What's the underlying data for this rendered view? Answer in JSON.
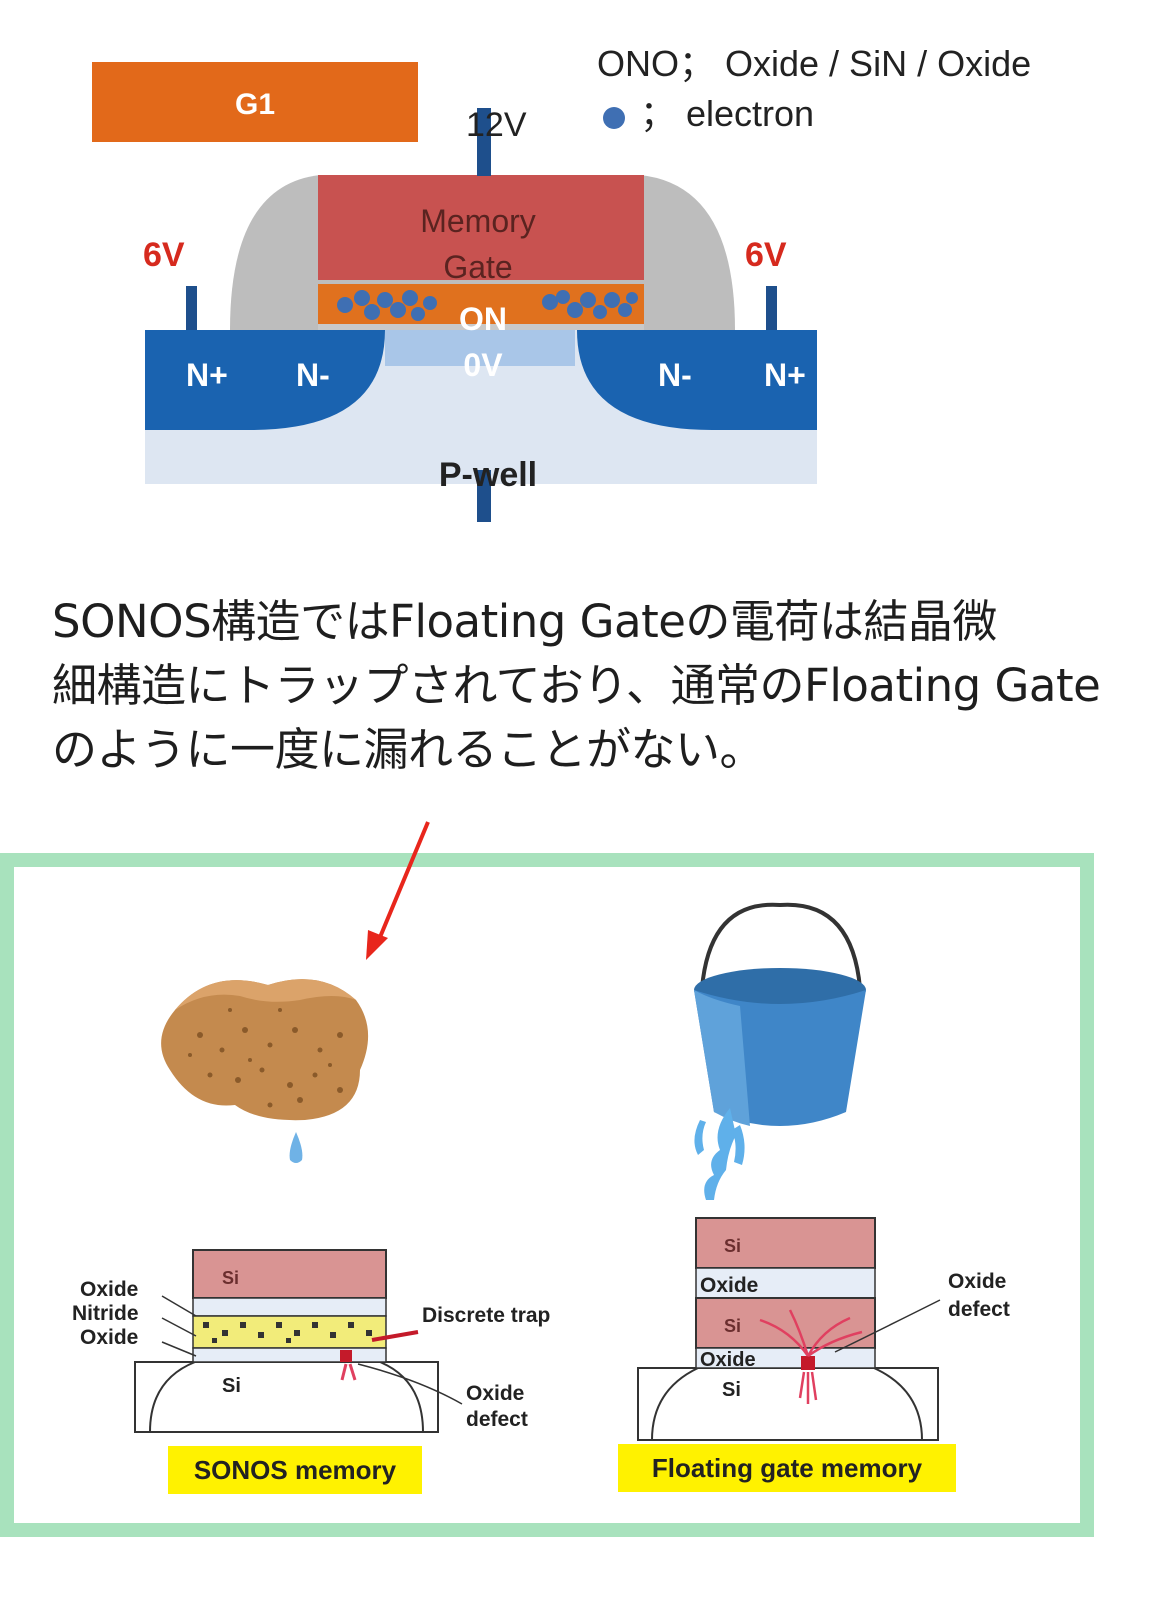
{
  "top_diagram": {
    "g1_label": "G1",
    "legend": {
      "ono": "ONO； Oxide / SiN / Oxide",
      "electron": "； electron"
    },
    "gate_voltage": "12V",
    "memory_gate_label_line1": "Memory",
    "memory_gate_label_line2": "Gate",
    "ono_label": "ON",
    "channel_voltage": "0V",
    "left_voltage": "6V",
    "right_voltage": "6V",
    "left_nplus": "N+",
    "left_nminus": "N-",
    "right_nminus": "N-",
    "right_nplus": "N+",
    "pwell_label": "P-well",
    "colors": {
      "g1": "#e2691a",
      "gate": "#c85250",
      "ono": "#e0711e",
      "spacer": "#bdbdbd",
      "n_region": "#1a63b0",
      "pwell": "#dde6f2",
      "electron": "#3f6fb3",
      "voltage_red": "#d62a1e"
    }
  },
  "explanation": {
    "line1": "SONOS構造ではFloating Gateの電荷は結晶微",
    "line2": "細構造にトラップされており、通常のFloating Gate",
    "line3": "のように一度に漏れることがない。"
  },
  "comparison_panel": {
    "border_color": "#a8e2bd",
    "sonos": {
      "oxide_top": "Oxide",
      "nitride": "Nitride",
      "oxide_bottom": "Oxide",
      "gate_si": "Si",
      "substrate_si": "Si",
      "discrete_trap": "Discrete trap",
      "oxide_defect_line1": "Oxide",
      "oxide_defect_line2": "defect",
      "caption": "SONOS memory"
    },
    "floating_gate": {
      "top_si": "Si",
      "oxide_mid": "Oxide",
      "fg_si": "Si",
      "oxide_bottom": "Oxide",
      "substrate_si": "Si",
      "oxide_defect_line1": "Oxide",
      "oxide_defect_line2": "defect",
      "caption": "Floating gate memory"
    },
    "caption_bg": "#fff200"
  }
}
